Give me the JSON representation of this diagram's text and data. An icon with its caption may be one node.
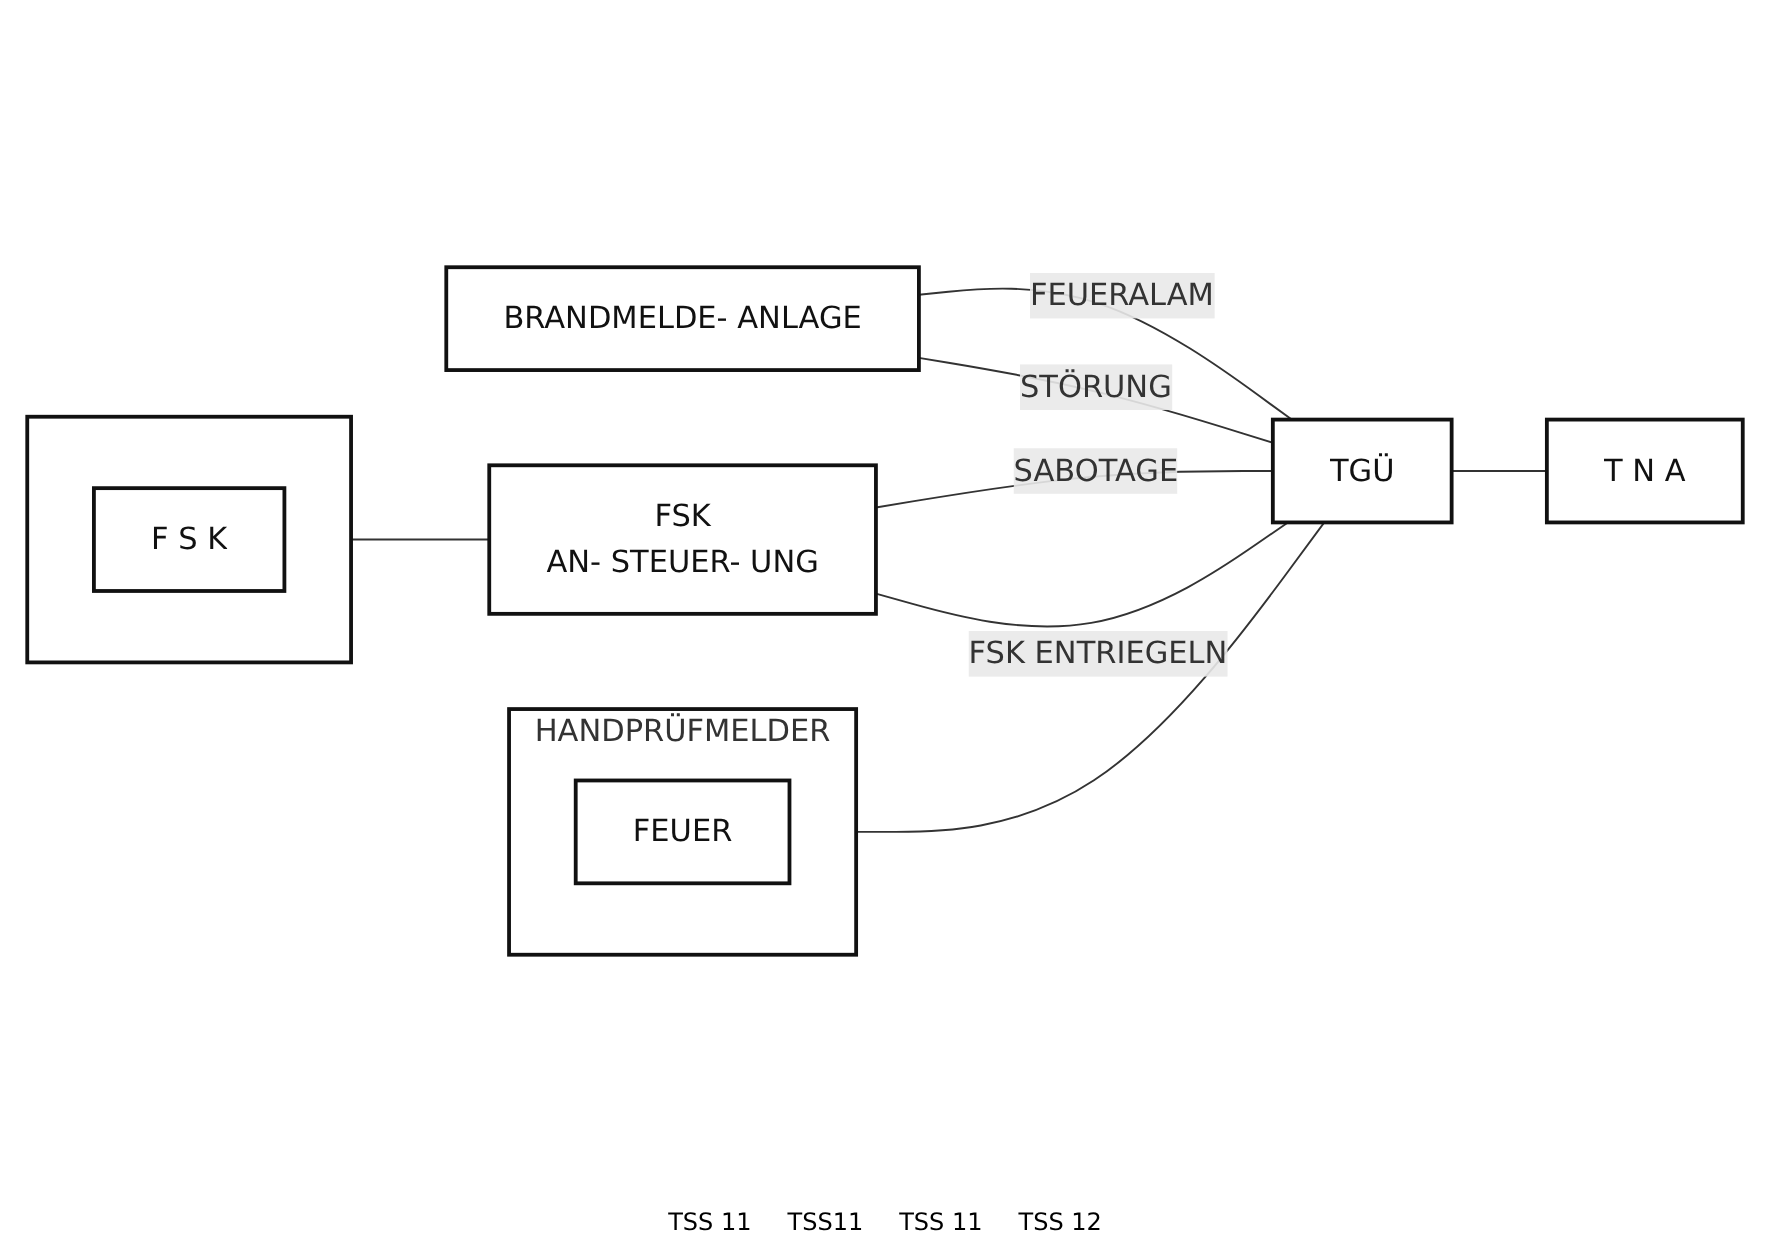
{
  "diagram": {
    "nodes": [
      {
        "text": [
          "BRANDMELDE- ANLAGE"
        ]
      },
      {
        "text": [
          "HANDPRÜFMELDER"
        ]
      },
      {
        "text": [
          "FEUER"
        ],
        "in": 1
      },
      {
        "text": [
          "TGÜ"
        ]
      },
      {
        "text": [
          "T N A"
        ]
      },
      {
        "text": [],
        "shape": "box"
      },
      {
        "text": [
          "F S K"
        ],
        "in": 5
      },
      {
        "text": [
          "FSK",
          "AN- STEUER- UNG"
        ]
      }
    ],
    "edges": [
      {
        "from": 0,
        "to": 3,
        "arrow": "none",
        "label": "FEUERALAM"
      },
      {
        "from": 1,
        "to": 3,
        "arrow": "none"
      },
      {
        "from": 0,
        "to": 3,
        "arrow": "none",
        "label": "STÖRUNG"
      },
      {
        "from": 7,
        "to": 3,
        "arrow": "none",
        "label": "SABOTAGE"
      },
      {
        "from": 7,
        "to": 3,
        "arrow": "none",
        "label": "FSK ENTRIEGELN"
      },
      {
        "from": 3,
        "to": 4,
        "arrow": "none"
      },
      {
        "from": 5,
        "to": 7,
        "arrow": "none"
      }
    ],
    "labels": [
      "TSS 11",
      "TSS11",
      "TSS 11",
      "TSS 12"
    ]
  }
}
